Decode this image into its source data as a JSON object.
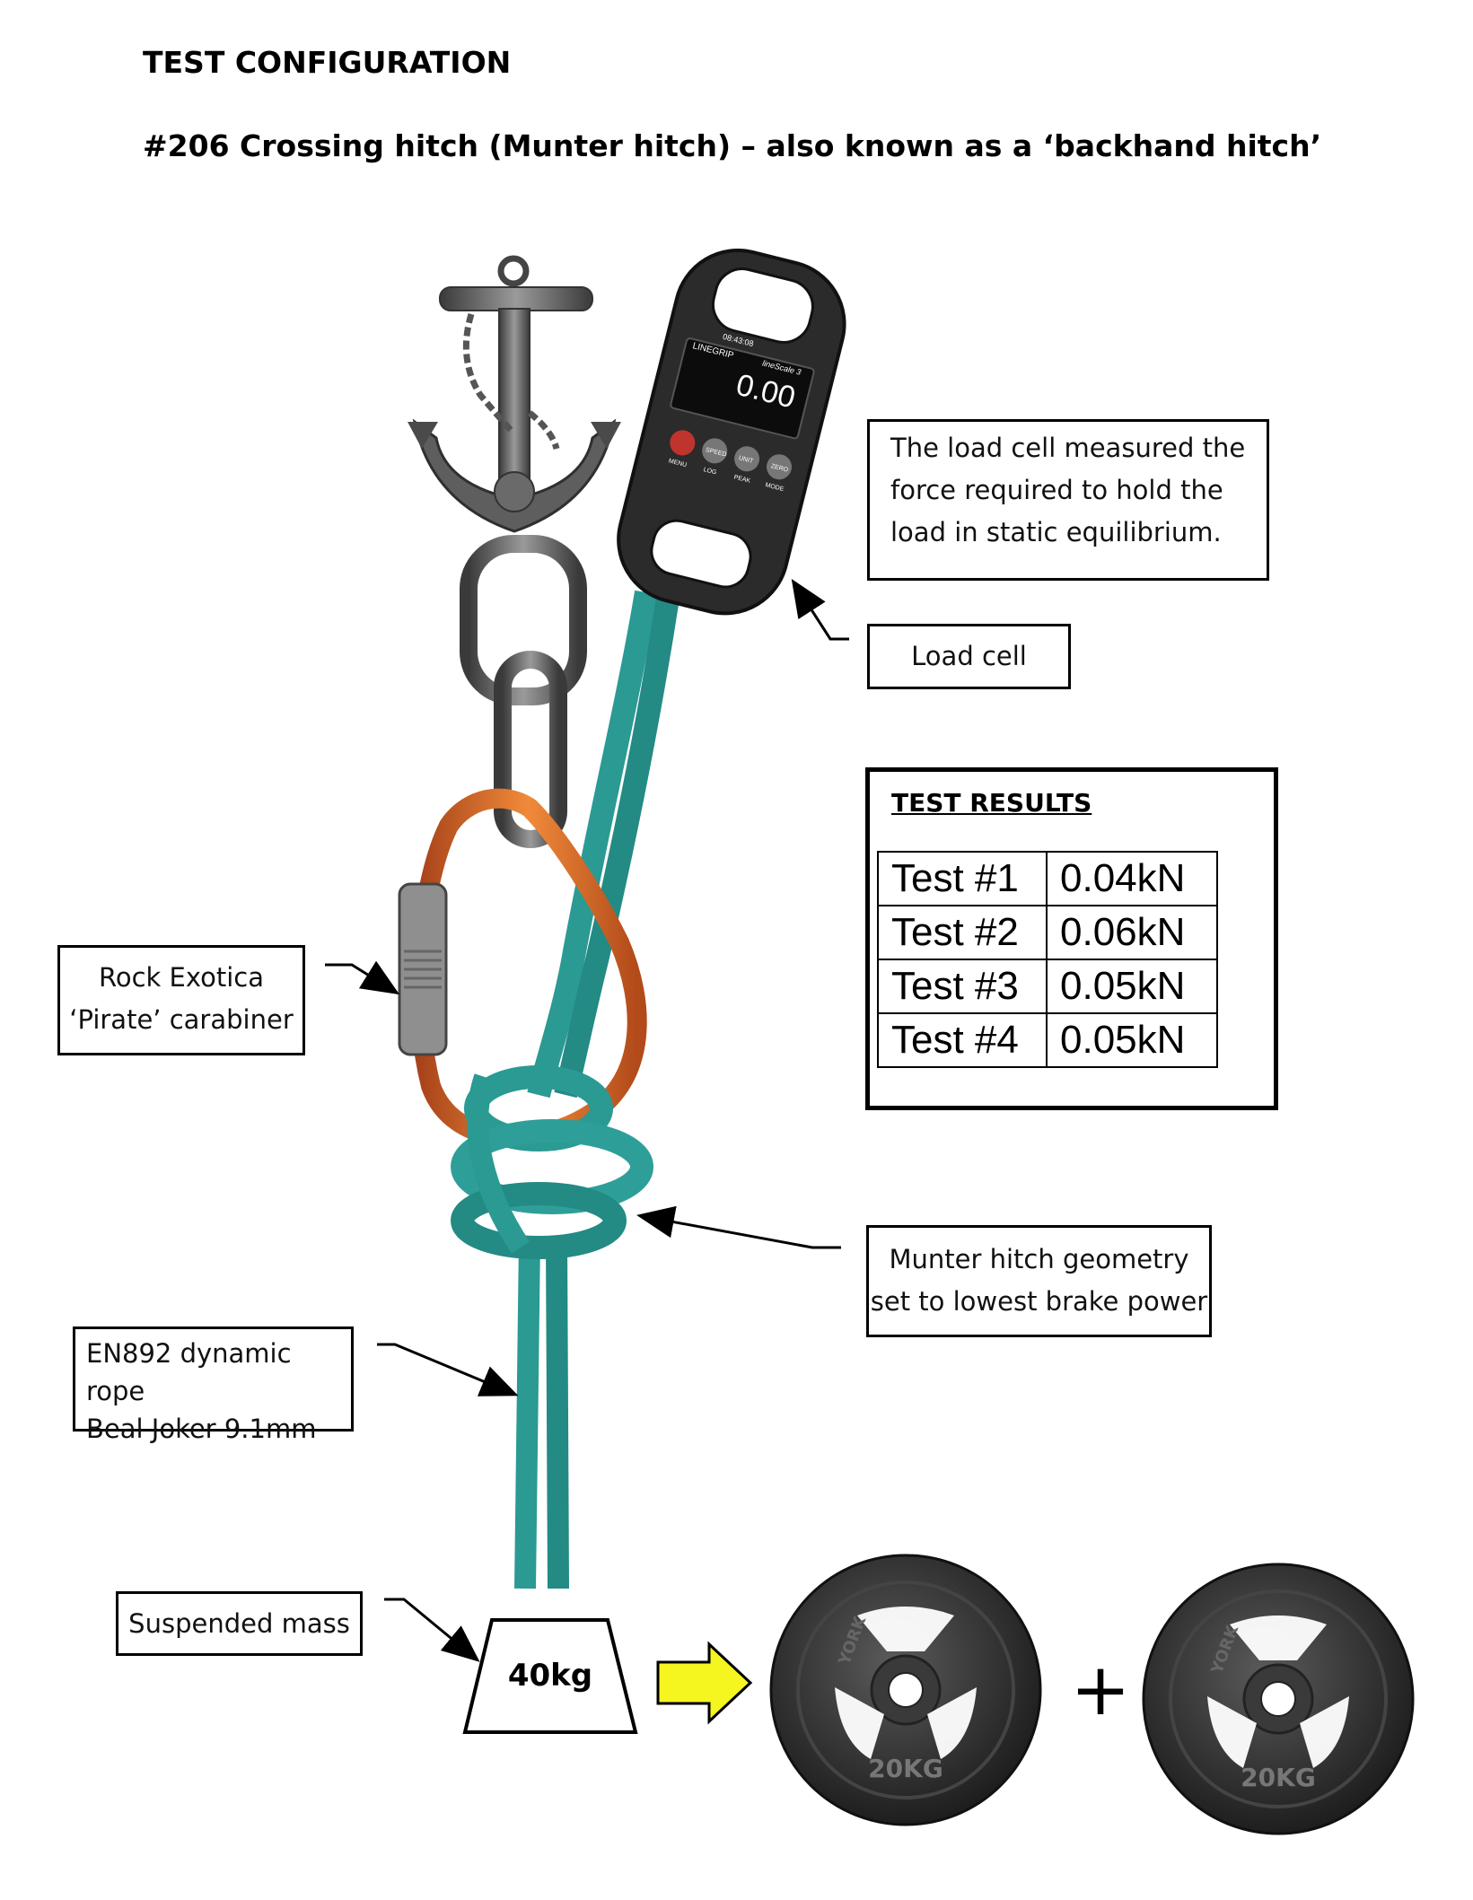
{
  "page": {
    "heading": "TEST CONFIGURATION",
    "subheading": "#206 Crossing hitch (Munter hitch) – also known as a ‘backhand hitch’"
  },
  "callouts": {
    "load_cell_note": [
      "The load cell measured the",
      "force required to hold the",
      "load in static equilibrium."
    ],
    "load_cell": "Load cell",
    "carabiner": [
      "Rock Exotica",
      "‘Pirate’ carabiner"
    ],
    "munter": [
      "Munter hitch geometry",
      "set to lowest brake power"
    ],
    "rope": [
      "EN892 dynamic rope",
      "Beal Joker 9.1mm"
    ],
    "mass": "Suspended mass"
  },
  "results": {
    "title": "TEST RESULTS",
    "rows": [
      {
        "test": "Test #1",
        "value": "0.04kN"
      },
      {
        "test": "Test #2",
        "value": "0.06kN"
      },
      {
        "test": "Test #3",
        "value": "0.05kN"
      },
      {
        "test": "Test #4",
        "value": "0.05kN"
      }
    ]
  },
  "load_cell_display": {
    "reading": "0.00",
    "time": "08:43:08",
    "brand": "LINEGRIP",
    "model": "lineScale 3",
    "buttons": [
      "SPEED",
      "UNIT",
      "ZERO"
    ],
    "button_sub": [
      "MENU",
      "LOG",
      "PEAK",
      "MODE"
    ]
  },
  "mass": {
    "label": "40kg",
    "plus": "+",
    "plate_text": "20KG",
    "plate_brand": "YORK"
  },
  "colors": {
    "rope": "#2a9a93",
    "carabiner": "#d9641e",
    "arrow_fill": "#f5f520",
    "metal": "#5a5a5a"
  }
}
